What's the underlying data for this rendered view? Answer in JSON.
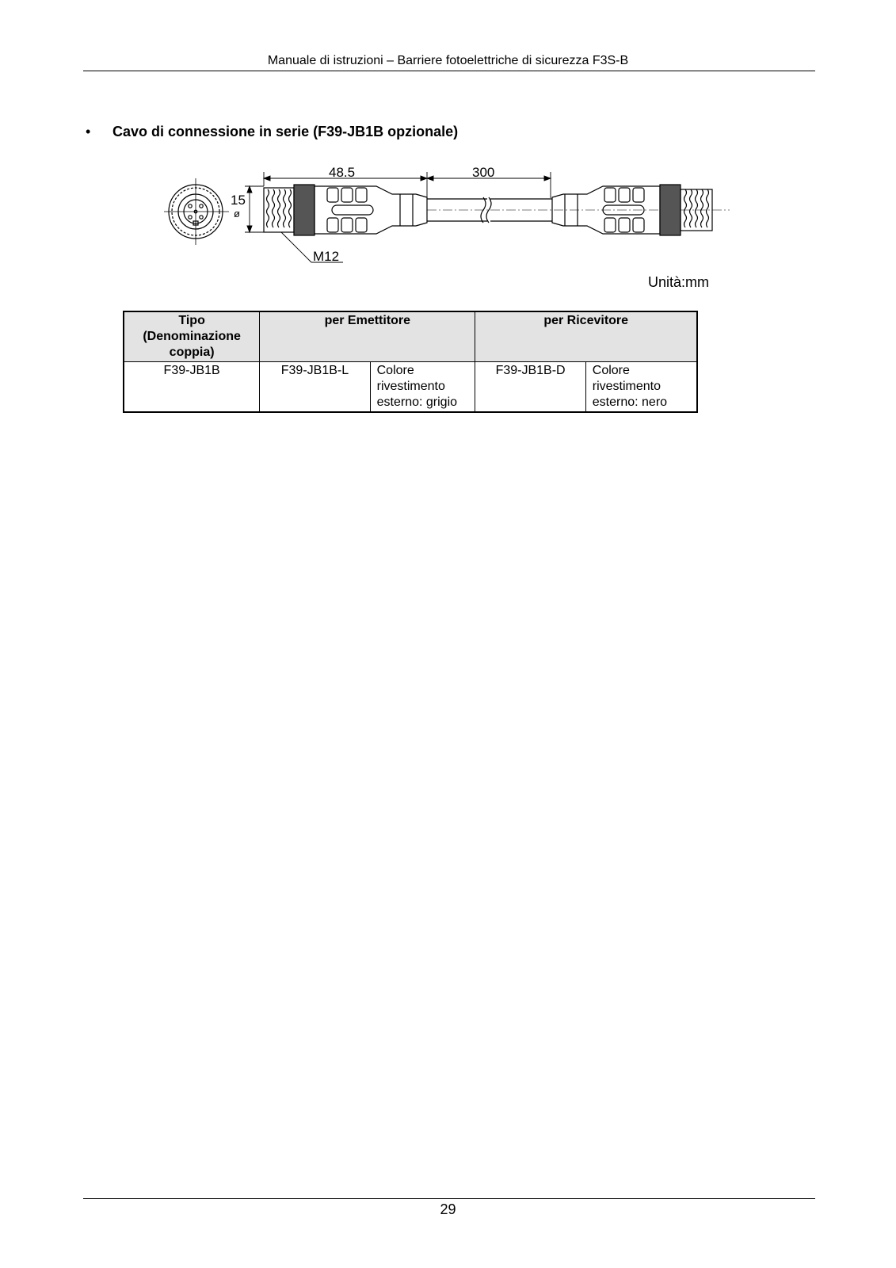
{
  "header": {
    "title": "Manuale di istruzioni – Barriere fotoelettriche di sicurezza F3S-B"
  },
  "section": {
    "bullet": "•",
    "title": "Cavo di connessione in serie (F39-JB1B opzionale)"
  },
  "drawing": {
    "dim_connector": "48.5",
    "dim_cable": "300",
    "dim_diameter_value": "15",
    "dim_diameter_symbol": "ø",
    "thread_label": "M12"
  },
  "unit_label": "Unità:mm",
  "table": {
    "headers": {
      "type": "Tipo (Denominazione coppia)",
      "emitter": "per Emettitore",
      "receiver": "per Ricevitore"
    },
    "row": {
      "type": "F39-JB1B",
      "emitter_model": "F39-JB1B-L",
      "emitter_note": "Colore rivestimento esterno: grigio",
      "receiver_model": "F39-JB1B-D",
      "receiver_note": "Colore rivestimento esterno: nero"
    }
  },
  "footer": {
    "page_number": "29"
  }
}
